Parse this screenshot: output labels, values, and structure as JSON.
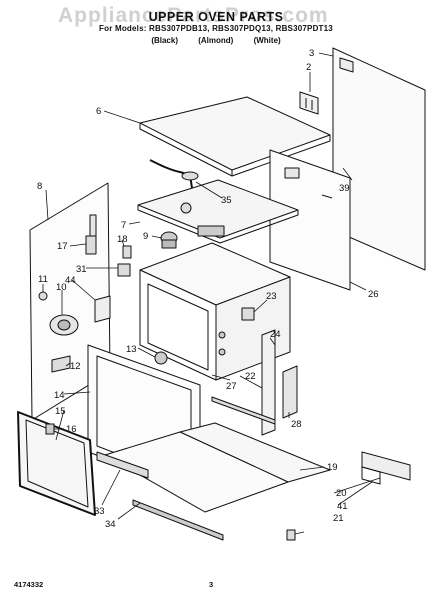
{
  "header": {
    "watermark": "AppliancePartsPros.com",
    "title": "UPPER OVEN PARTS",
    "models": "For Models: RBS307PDB13, RBS307PDQ13, RBS307PDT13",
    "colors": [
      "(Black)",
      "(Almond)",
      "(White)"
    ]
  },
  "callouts": [
    "3",
    "2",
    "6",
    "39",
    "35",
    "8",
    "7",
    "9",
    "18",
    "17",
    "31",
    "11",
    "44",
    "10",
    "23",
    "24",
    "26",
    "13",
    "12",
    "27",
    "22",
    "14",
    "15",
    "16",
    "28",
    "19",
    "20",
    "41",
    "21",
    "33",
    "34"
  ],
  "footer": {
    "part_code": "4174332",
    "page_number": "3"
  }
}
